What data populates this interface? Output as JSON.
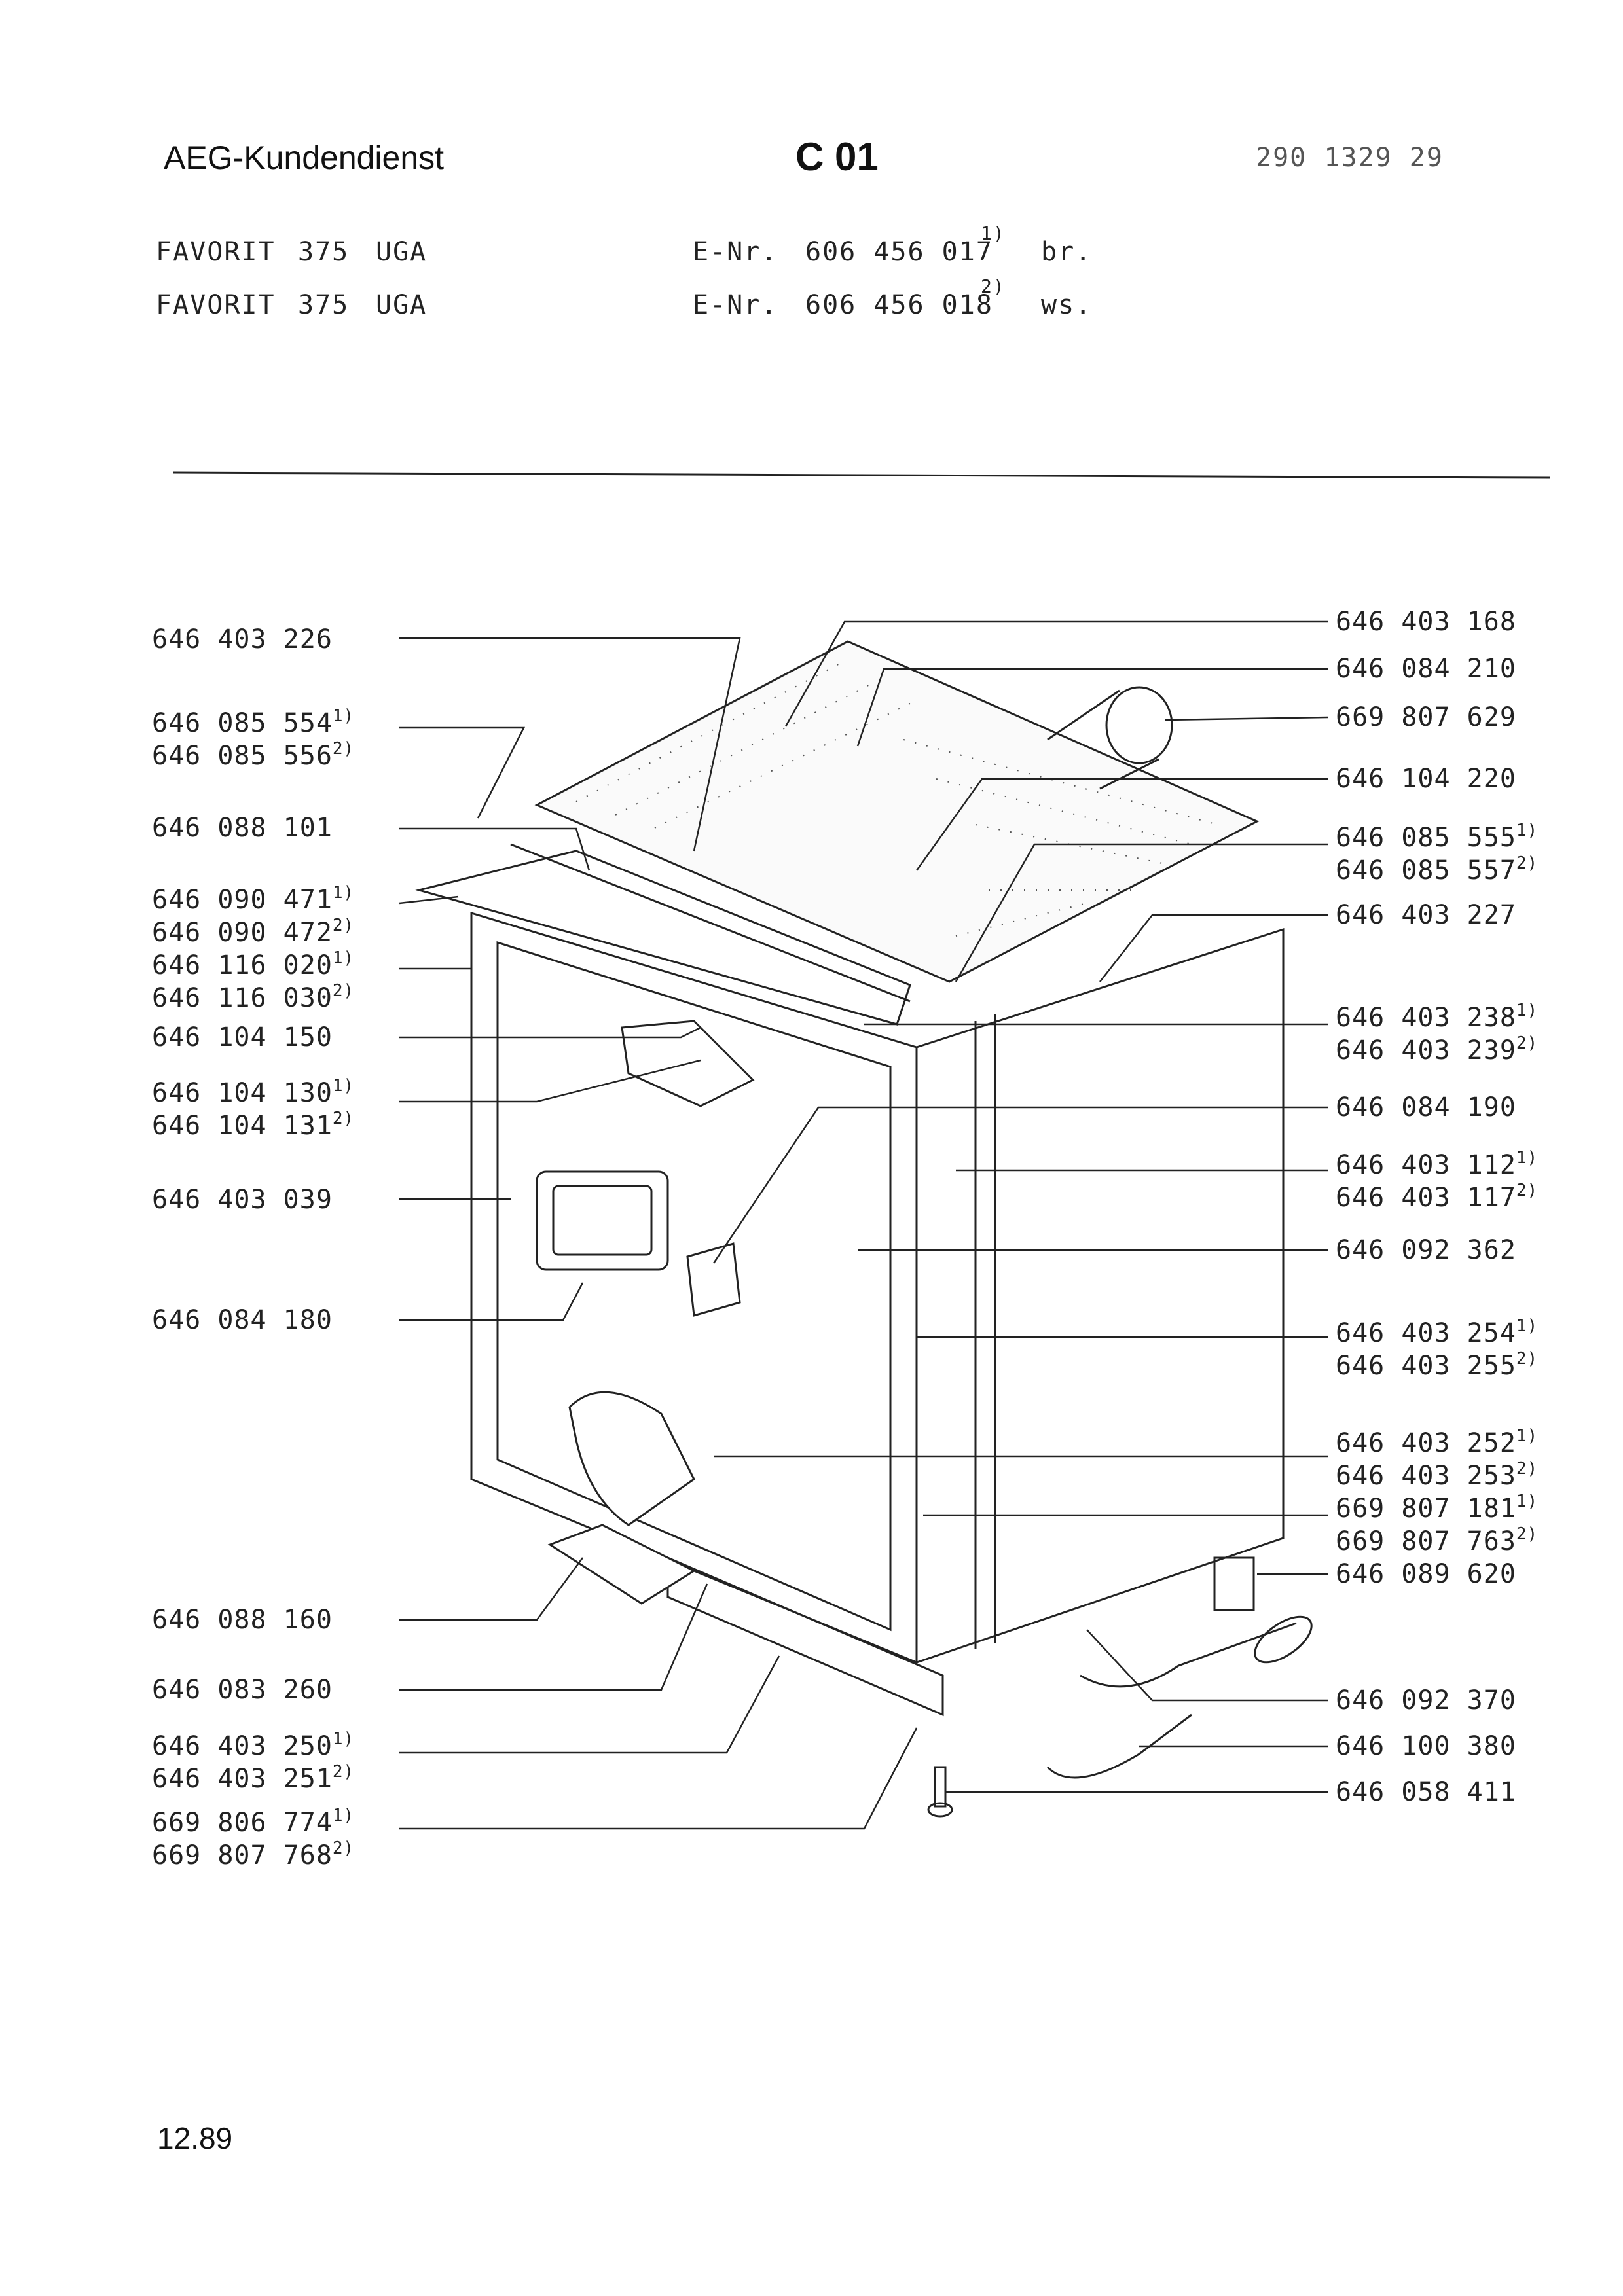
{
  "header": {
    "brand": "AEG-Kundendienst",
    "section_code": "C 01",
    "doc_number": "290 1329 29"
  },
  "models": [
    {
      "name": "FAVORIT",
      "number": "375",
      "suffix": "UGA",
      "enr_label": "E-Nr.",
      "enr": "606 456 017",
      "ref": "1)",
      "color": "br."
    },
    {
      "name": "FAVORIT",
      "number": "375",
      "suffix": "UGA",
      "enr_label": "E-Nr.",
      "enr": "606 456 018",
      "ref": "2)",
      "color": "ws."
    }
  ],
  "left_labels": [
    {
      "parts": [
        "646 403 226"
      ],
      "refs": []
    },
    {
      "parts": [
        "646 085 554",
        "646 085 556"
      ],
      "refs": [
        "1)",
        "2)"
      ]
    },
    {
      "parts": [
        "646 088 101"
      ],
      "refs": []
    },
    {
      "parts": [
        "646 090 471",
        "646 090 472",
        "646 116 020",
        "646 116 030"
      ],
      "refs": [
        "1)",
        "2)",
        "1)",
        "2)"
      ]
    },
    {
      "parts": [
        "646 104 150"
      ],
      "refs": []
    },
    {
      "parts": [
        "646 104 130",
        "646 104 131"
      ],
      "refs": [
        "1)",
        "2)"
      ]
    },
    {
      "parts": [
        "646 403 039"
      ],
      "refs": []
    },
    {
      "parts": [
        "646 084 180"
      ],
      "refs": []
    },
    {
      "parts": [
        "646 088 160"
      ],
      "refs": []
    },
    {
      "parts": [
        "646 083 260"
      ],
      "refs": []
    },
    {
      "parts": [
        "646 403 250",
        "646 403 251"
      ],
      "refs": [
        "1)",
        "2)"
      ]
    },
    {
      "parts": [
        "669 806 774",
        "669 807 768"
      ],
      "refs": [
        "1)",
        "2)"
      ]
    }
  ],
  "right_labels": [
    {
      "parts": [
        "646 403 168"
      ],
      "refs": []
    },
    {
      "parts": [
        "646 084 210"
      ],
      "refs": []
    },
    {
      "parts": [
        "669 807 629"
      ],
      "refs": []
    },
    {
      "parts": [
        "646 104 220"
      ],
      "refs": []
    },
    {
      "parts": [
        "646 085 555",
        "646 085 557"
      ],
      "refs": [
        "1)",
        "2)"
      ]
    },
    {
      "parts": [
        "646 403 227"
      ],
      "refs": []
    },
    {
      "parts": [
        "646 403 238",
        "646 403 239"
      ],
      "refs": [
        "1)",
        "2)"
      ]
    },
    {
      "parts": [
        "646 084 190"
      ],
      "refs": []
    },
    {
      "parts": [
        "646 403 112",
        "646 403 117"
      ],
      "refs": [
        "1)",
        "2)"
      ]
    },
    {
      "parts": [
        "646 092 362"
      ],
      "refs": []
    },
    {
      "parts": [
        "646 403 254",
        "646 403 255"
      ],
      "refs": [
        "1)",
        "2)"
      ]
    },
    {
      "parts": [
        "646 403 252",
        "646 403 253",
        "669 807 181",
        "669 807 763"
      ],
      "refs": [
        "1)",
        "2)",
        "1)",
        "2)"
      ]
    },
    {
      "parts": [
        "646 089 620"
      ],
      "refs": []
    },
    {
      "parts": [
        "646 092 370"
      ],
      "refs": []
    },
    {
      "parts": [
        "646 100 380"
      ],
      "refs": []
    },
    {
      "parts": [
        "646 058 411"
      ],
      "refs": []
    }
  ],
  "footer": {
    "date": "12.89"
  }
}
